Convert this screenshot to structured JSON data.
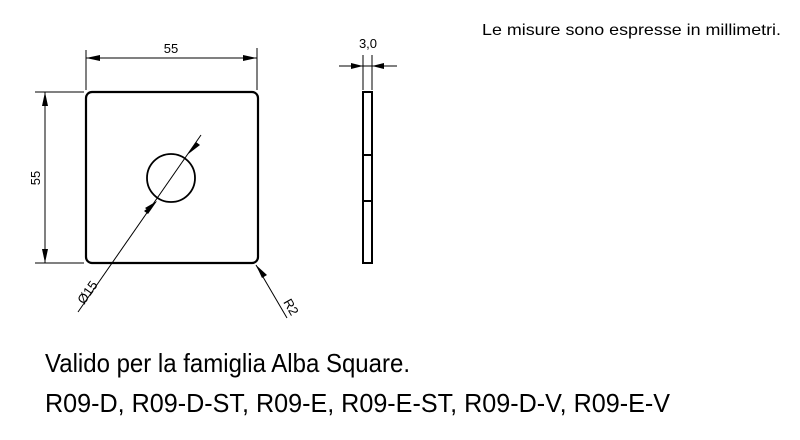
{
  "note": "Le misure sono espresse in millimetri.",
  "dimensions": {
    "width": "55",
    "height": "55",
    "thickness": "3,0",
    "hole_diameter": "Ø15",
    "corner_radius": "R2"
  },
  "caption": {
    "line1": "Valido per la famiglia Alba Square.",
    "line2": "R09-D, R09-D-ST, R09-E, R09-E-ST, R09-D-V, R09-E-V"
  }
}
